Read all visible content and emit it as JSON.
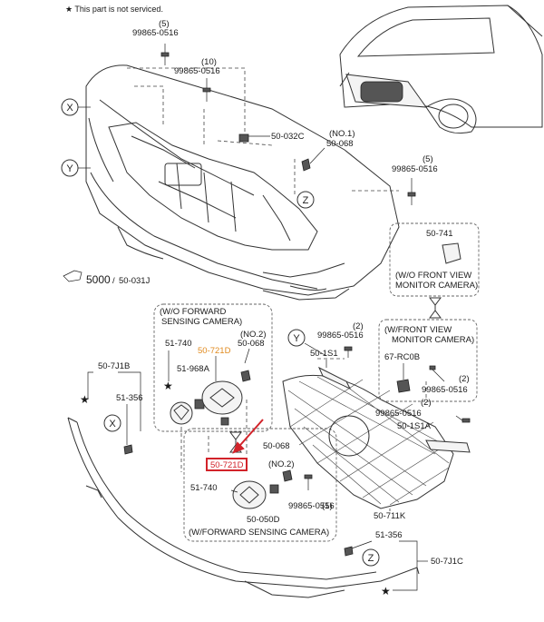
{
  "note": "★ This part is not serviced.",
  "circle_labels": {
    "x": "X",
    "y": "Y",
    "z": "Z"
  },
  "callouts": {
    "bolt_top_5": {
      "qty": "(5)",
      "part": "99865-0516"
    },
    "bolt_top_10": {
      "qty": "(10)",
      "part": "99865-0516"
    },
    "clip_032c": {
      "part": "50-032C"
    },
    "clip_068_no1": {
      "qty": "(NO.1)",
      "part": "50-068"
    },
    "bolt_right_5": {
      "qty": "(5)",
      "part": "99865-0516"
    },
    "bracket_741": {
      "part": "50-741"
    },
    "bumper": {
      "part": "5000",
      "part2": "50-031J"
    },
    "emblem_top": {
      "part": "51-740"
    },
    "plate_top": {
      "part": "50-721D"
    },
    "clip_068_no2_top": {
      "qty": "(NO.2)",
      "part": "50-068"
    },
    "base_968a": {
      "part": "51-968A"
    },
    "bolt_grille_2": {
      "qty": "(2)",
      "part": "99865-0516"
    },
    "garnish_1s1": {
      "part": "50-1S1"
    },
    "rc0b": {
      "part": "67-RC0B"
    },
    "bolt_cam_2": {
      "qty": "(2)",
      "part": "99865-0516"
    },
    "bolt_grille_2b": {
      "qty": "(2)",
      "part": "99865-0516"
    },
    "garnish_1s1a": {
      "part": "50-1S1A"
    },
    "grille": {
      "part": "50-711K"
    },
    "lip_7j1b": {
      "part": "50-7J1B"
    },
    "lip_356_left": {
      "part": "51-356"
    },
    "clip_068_no2_bot": {
      "qty": "(NO.2)",
      "part": "50-068"
    },
    "plate_bot": {
      "part": "50-721D"
    },
    "emblem_bot": {
      "part": "51-740"
    },
    "bolt_bot_5": {
      "part": "99865-0516",
      "qty": "(5)"
    },
    "base_050d": {
      "part": "50-050D"
    },
    "lip_356_right": {
      "part": "51-356"
    },
    "lip_7j1c": {
      "part": "50-7J1C"
    }
  },
  "boxes": {
    "wo_front_camera": {
      "line1": "(W/O FRONT VIEW",
      "line2": "MONITOR CAMERA)"
    },
    "w_front_camera": {
      "line1": "(W/FRONT VIEW",
      "line2": "MONITOR CAMERA)"
    },
    "wo_forward_sensing": {
      "line1": "(W/O FORWARD",
      "line2": "SENSING CAMERA)"
    },
    "w_forward_sensing": {
      "line1": "(W/FORWARD SENSING CAMERA)"
    }
  },
  "colors": {
    "highlight_orange": "#e08a1e",
    "highlight_red": "#d2232a",
    "line": "#333333"
  }
}
